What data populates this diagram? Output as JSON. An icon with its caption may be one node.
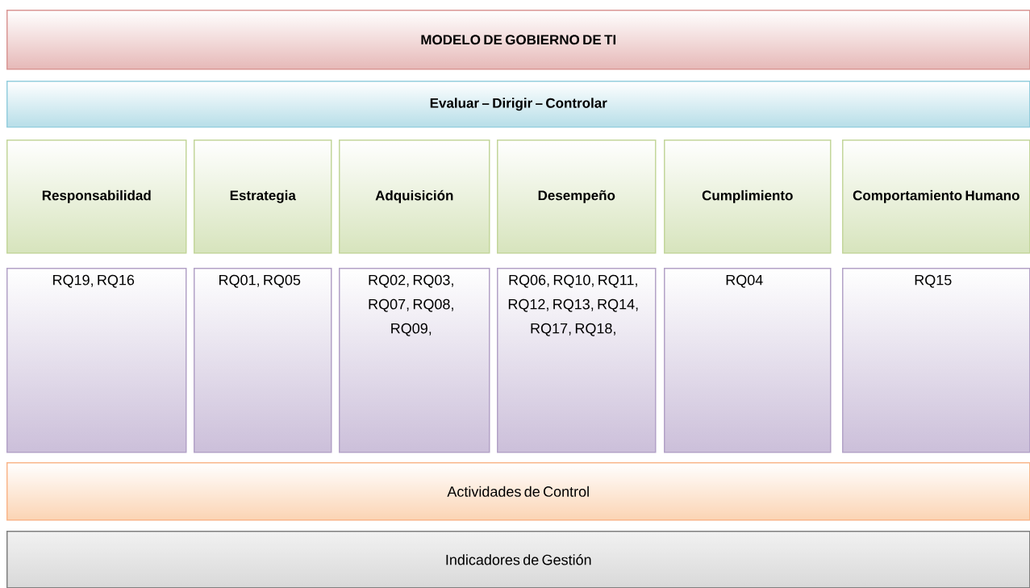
{
  "diagram": {
    "nodes": [
      {
        "text": [
          "MODELO DE GOBIERNO DE TI"
        ]
      },
      {
        "text": [
          "Evaluar – Dirigir – Controlar"
        ]
      },
      {
        "text": [
          "Responsabilidad"
        ]
      },
      {
        "text": [
          "Estrategia"
        ]
      },
      {
        "text": [
          "Adquisición"
        ]
      },
      {
        "text": [
          "Desempeño"
        ]
      },
      {
        "text": [
          "Cumplimiento"
        ]
      },
      {
        "text": [
          "Comportamiento Humano"
        ]
      },
      {
        "text": [
          "RQ19, RQ16"
        ]
      },
      {
        "text": [
          "RQ01, RQ05"
        ]
      },
      {
        "text": [
          "RQ02, RQ03, RQ07, RQ08, RQ09,"
        ]
      },
      {
        "text": [
          "RQ06, RQ10, RQ11, RQ12, RQ13, RQ14, RQ17, RQ18,"
        ]
      },
      {
        "text": [
          "RQ04"
        ]
      },
      {
        "text": [
          "RQ15"
        ]
      },
      {
        "text": [
          "Actividades de Control"
        ]
      },
      {
        "text": [
          "Indicadores de Gestión"
        ]
      }
    ]
  }
}
